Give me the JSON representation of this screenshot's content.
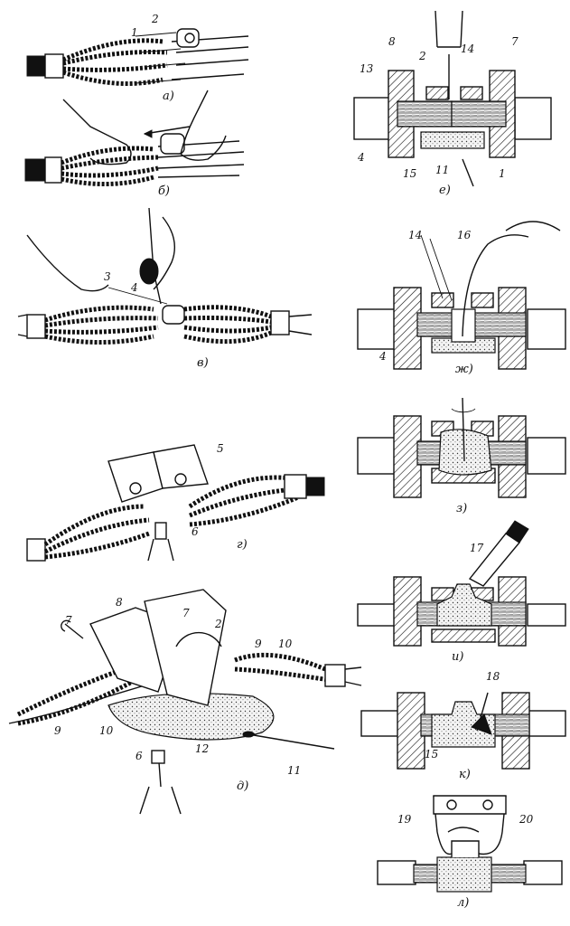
{
  "panels": {
    "a": {
      "caption": "а)",
      "labels": [
        "1",
        "2"
      ]
    },
    "b": {
      "caption": "б)",
      "labels": []
    },
    "v": {
      "caption": "в)",
      "labels": [
        "3",
        "4"
      ]
    },
    "g": {
      "caption": "г)",
      "labels": [
        "5",
        "6"
      ]
    },
    "d": {
      "caption": "д)",
      "labels": [
        "8",
        "7",
        "2",
        "7",
        "9",
        "10",
        "9",
        "10",
        "12",
        "6",
        "11"
      ]
    },
    "e": {
      "caption": "е)",
      "labels": [
        "8",
        "2",
        "14",
        "7",
        "13",
        "4",
        "15",
        "11",
        "1"
      ]
    },
    "zh": {
      "caption": "ж)",
      "labels": [
        "14",
        "16",
        "4"
      ]
    },
    "z": {
      "caption": "з)",
      "labels": []
    },
    "i": {
      "caption": "и)",
      "labels": [
        "17"
      ]
    },
    "k": {
      "caption": "к)",
      "labels": [
        "18",
        "15"
      ]
    },
    "l": {
      "caption": "л)",
      "labels": [
        "19",
        "20"
      ]
    }
  }
}
